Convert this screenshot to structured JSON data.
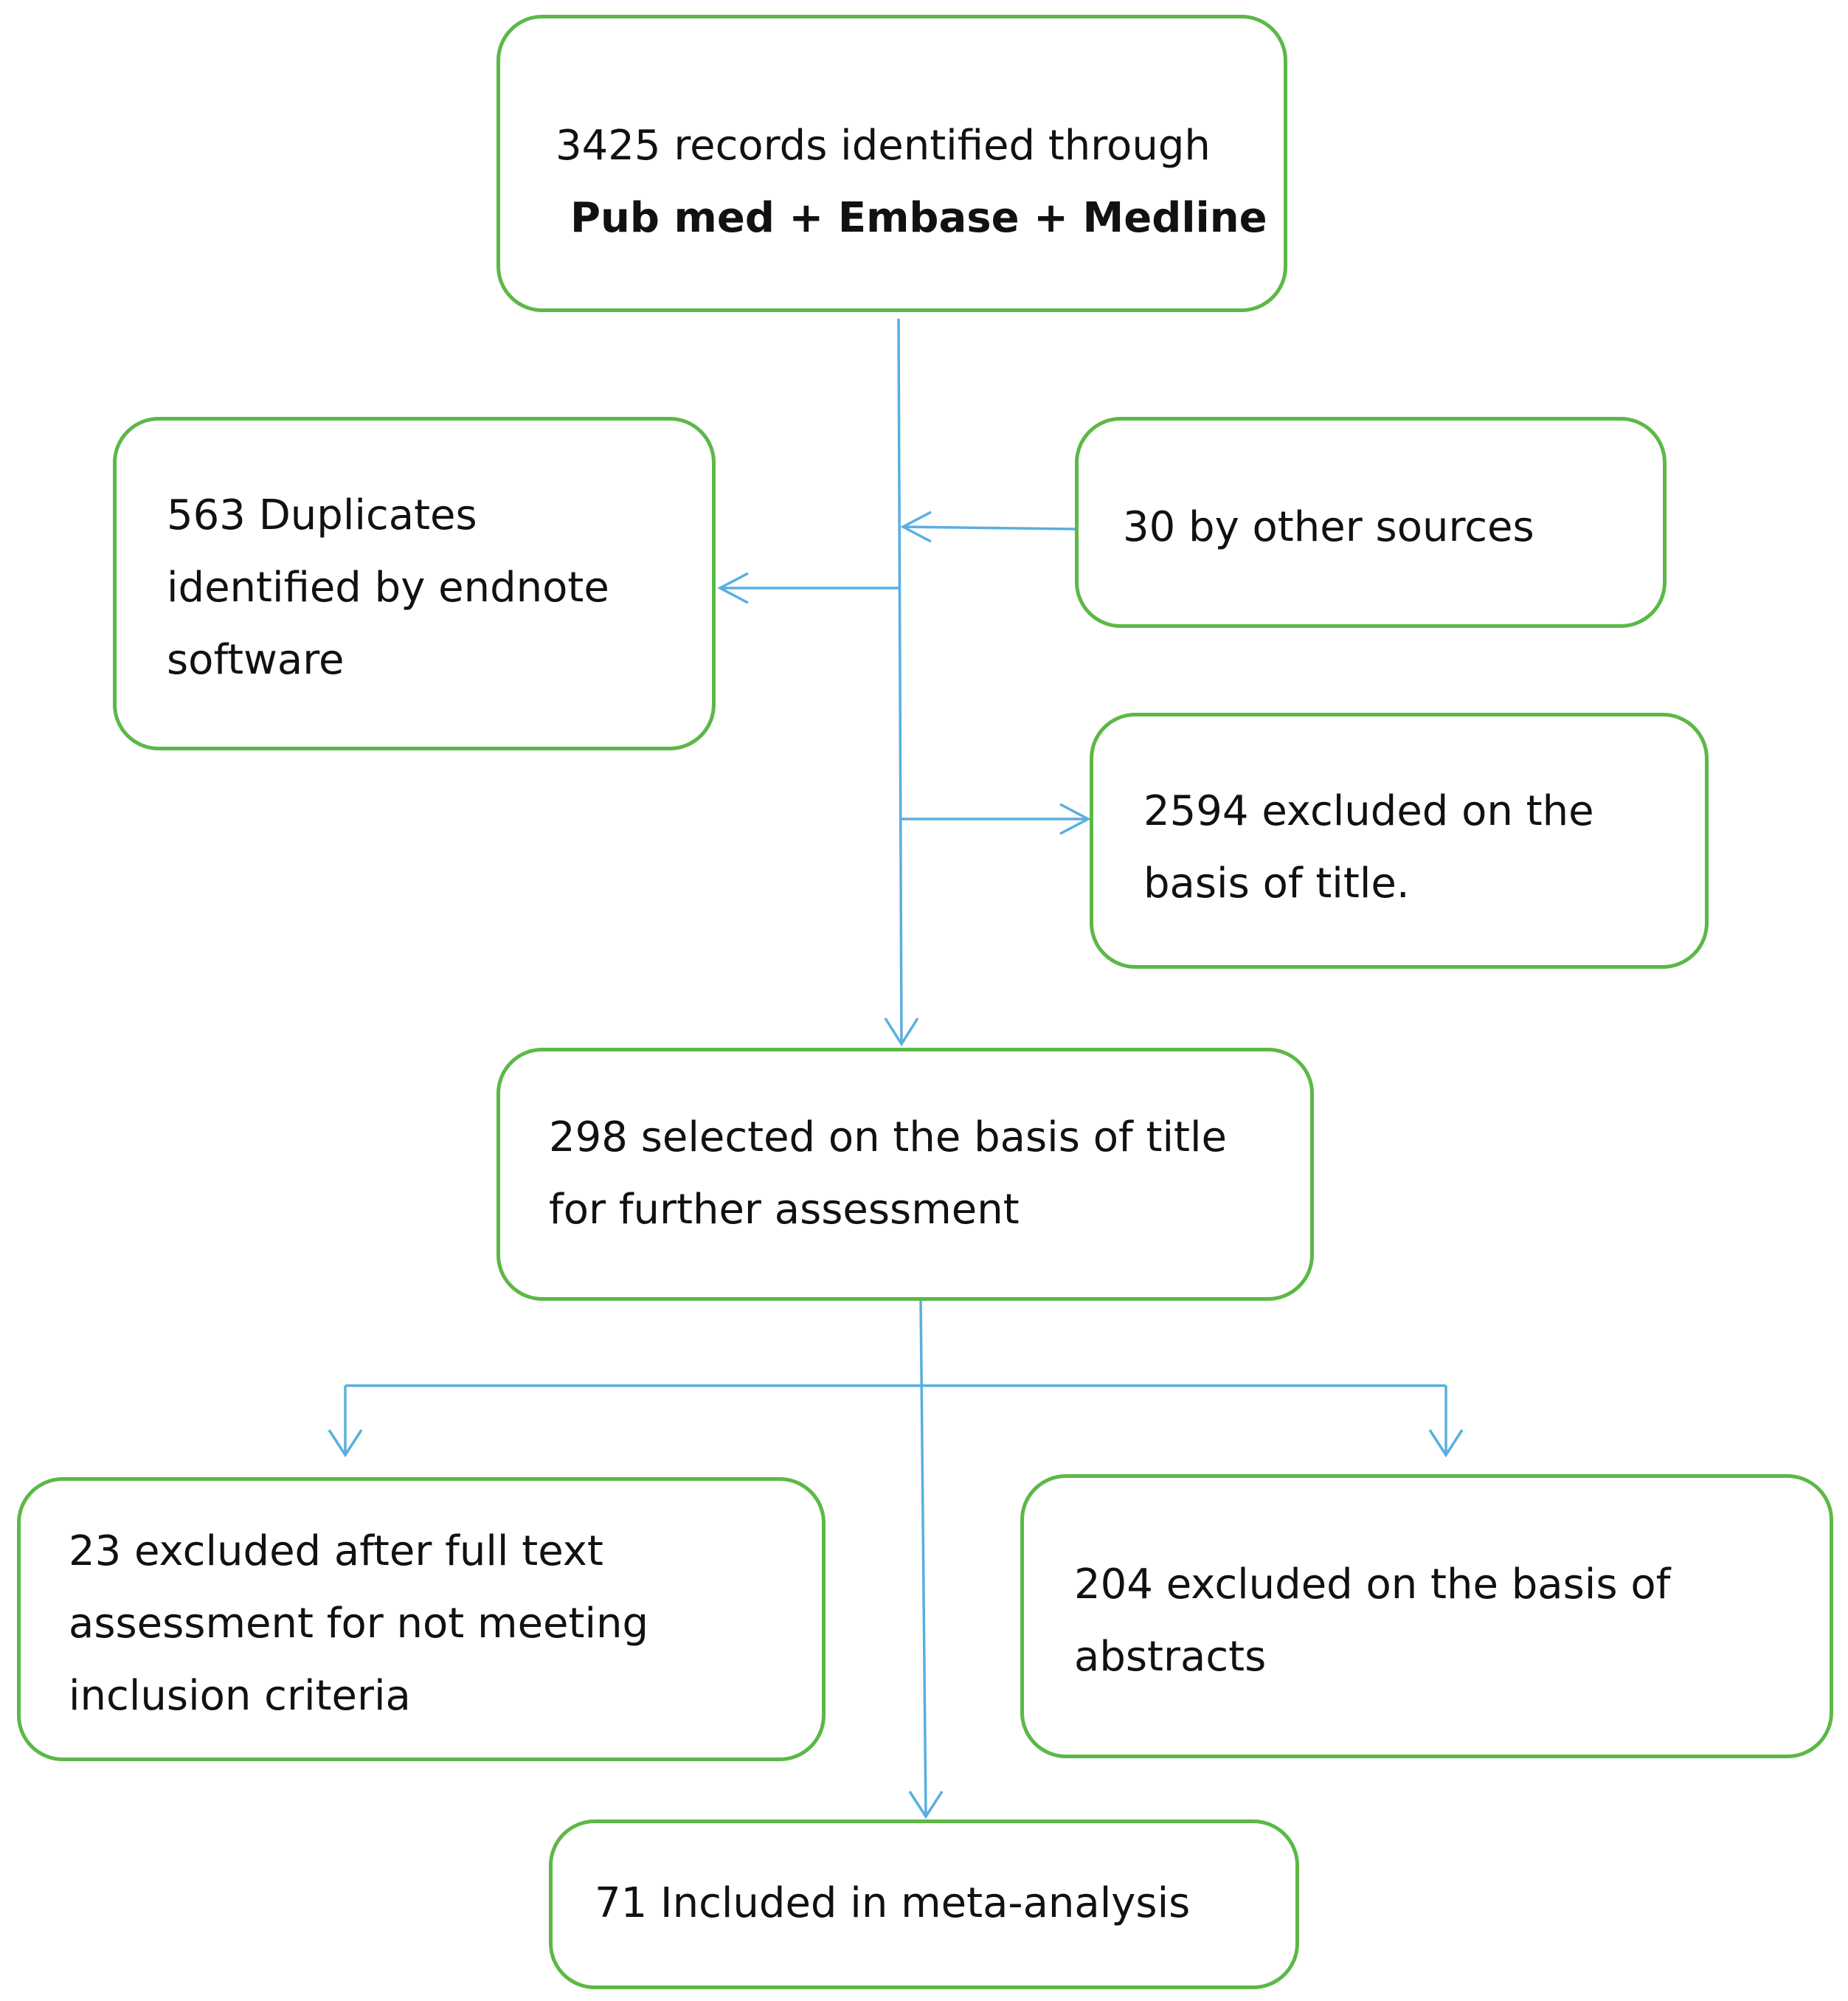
{
  "boxes": {
    "records_identified": {
      "line1": "3425 records identified  through",
      "line2": "Pub med + Embase + Medline"
    },
    "other_sources": {
      "line1": "30 by other sources"
    },
    "duplicates": {
      "line1": "563 Duplicates",
      "line2": "identified by endnote",
      "line3": "software"
    },
    "excluded_title": {
      "line1": "2594 excluded on the",
      "line2": "basis of title."
    },
    "selected_title": {
      "line1": "298 selected on the basis of title",
      "line2": "for further assessment"
    },
    "excluded_full_text": {
      "line1": "23 excluded after full text",
      "line2": "assessment for not meeting",
      "line3": "inclusion criteria"
    },
    "excluded_abstracts": {
      "line1": "204 excluded on the basis of",
      "line2": "abstracts"
    },
    "included": {
      "line1": "71 Included in meta-analysis"
    }
  },
  "colors": {
    "box_border": "#5cb847",
    "connector": "#5aaee0",
    "text": "#111111"
  }
}
